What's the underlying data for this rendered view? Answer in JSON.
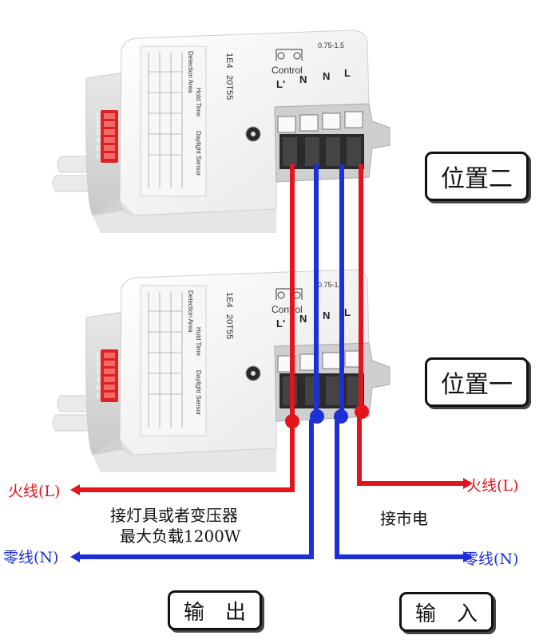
{
  "labels": {
    "position2": "位置二",
    "position1": "位置一",
    "live_left": "火线(L)",
    "live_right": "火线(L)",
    "neutral_left": "零线(N)",
    "neutral_right": "零线(N)",
    "load_line1": "接灯具或者变压器",
    "load_line2": "最大负载1200W",
    "mains": "接市电",
    "output": "输　出",
    "input": "输　入"
  },
  "sensor": {
    "model": "1E4",
    "code": "20T55",
    "control_label": "Control",
    "wire_gauge": "0.75-1.5",
    "terminals": [
      "L'",
      "N",
      "N",
      "L"
    ],
    "dip_numbers": [
      "1",
      "2",
      "3",
      "4",
      "5",
      "6"
    ],
    "side_labels": [
      "Detection Area",
      "Hold Time",
      "Daylight Sensor"
    ]
  },
  "colors": {
    "live": "#e4141c",
    "neutral": "#1d2fd6",
    "dip": "#e23a3a",
    "housing": "#f2f2f2"
  }
}
